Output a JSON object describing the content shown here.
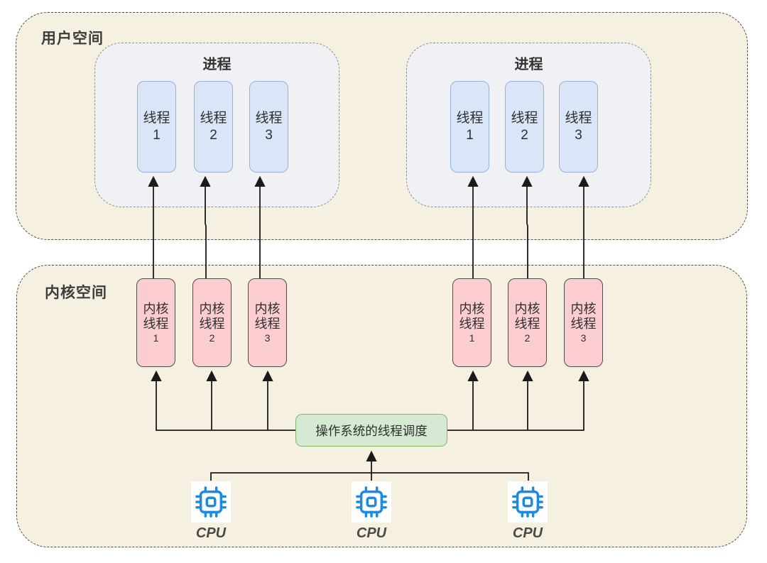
{
  "user_space": {
    "label": "用户空间",
    "processes": [
      {
        "title": "进程",
        "threads": [
          {
            "label": "线程",
            "number": "1"
          },
          {
            "label": "线程",
            "number": "2"
          },
          {
            "label": "线程",
            "number": "3"
          }
        ]
      },
      {
        "title": "进程",
        "threads": [
          {
            "label": "线程",
            "number": "1"
          },
          {
            "label": "线程",
            "number": "2"
          },
          {
            "label": "线程",
            "number": "3"
          }
        ]
      }
    ]
  },
  "kernel_space": {
    "label": "内核空间",
    "kernel_thread_groups": [
      [
        {
          "line1": "内核",
          "line2": "线程",
          "number": "1"
        },
        {
          "line1": "内核",
          "line2": "线程",
          "number": "2"
        },
        {
          "line1": "内核",
          "line2": "线程",
          "number": "3"
        }
      ],
      [
        {
          "line1": "内核",
          "line2": "线程",
          "number": "1"
        },
        {
          "line1": "内核",
          "line2": "线程",
          "number": "2"
        },
        {
          "line1": "内核",
          "line2": "线程",
          "number": "3"
        }
      ]
    ],
    "scheduler_label": "操作系统的线程调度",
    "cpus": [
      {
        "label": "CPU",
        "icon": "cpu-chip-icon"
      },
      {
        "label": "CPU",
        "icon": "cpu-chip-icon"
      },
      {
        "label": "CPU",
        "icon": "cpu-chip-icon"
      }
    ]
  },
  "colors": {
    "space_fill": "#f6f0e0",
    "space_border": "#4d4d4d",
    "process_fill": "#eff1f4",
    "process_border": "#8f8f8f",
    "thread_fill": "#d8e6f8",
    "thread_border": "#97b1d8",
    "kernel_thread_fill": "#fbcdd0",
    "kernel_thread_border": "#4d4d4d",
    "scheduler_fill": "#d6e9d2",
    "scheduler_border": "#86b56a",
    "cpu_icon_blue": "#1e88e5",
    "connector_line": "#1a1a1a"
  }
}
